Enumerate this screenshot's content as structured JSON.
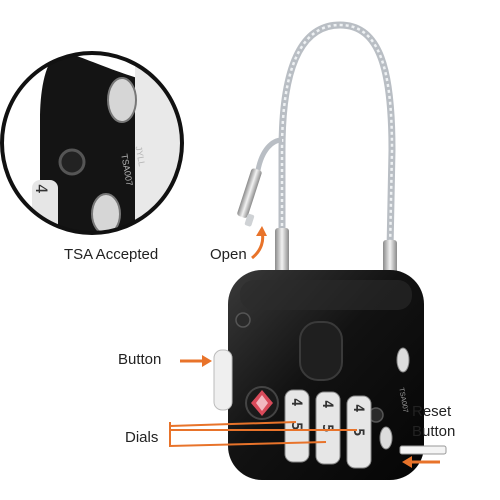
{
  "labels": {
    "tsa": "TSA Accepted",
    "open": "Open",
    "button": "Button",
    "dials": "Dials",
    "reset_line1": "Reset",
    "reset_line2": "Button"
  },
  "engraving": {
    "brand": "JYLL",
    "model": "TSA007"
  },
  "colors": {
    "arrow": "#e8732a",
    "lock_body": "#141414",
    "tsa_badge": "#d94a5a",
    "cable": "#c8ccd0"
  }
}
